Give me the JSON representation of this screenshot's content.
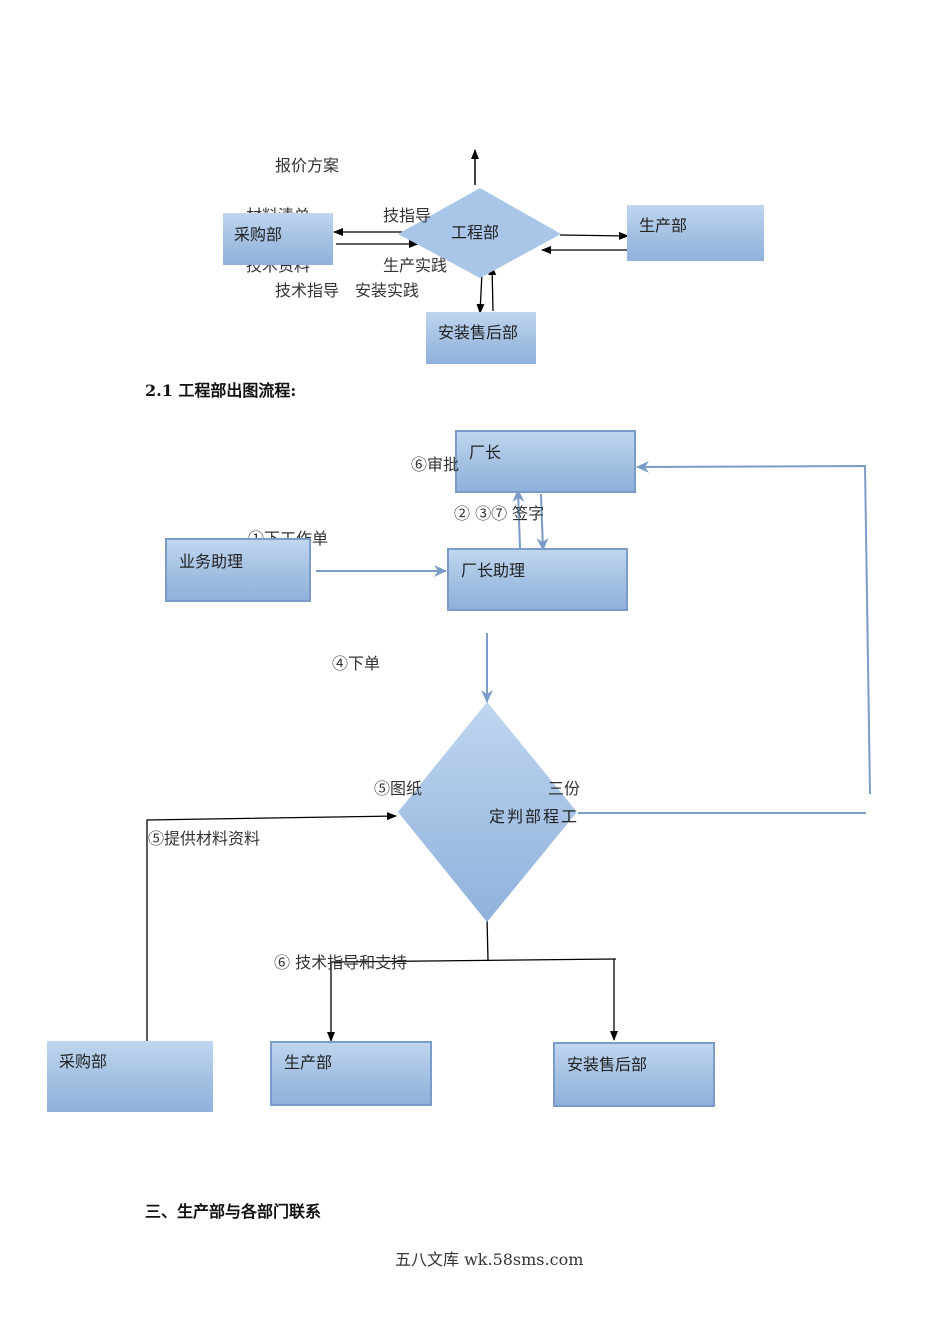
{
  "diagram1": {
    "top_label": "报价方案",
    "material_list": "材料清单",
    "tech_guidance_top": "技指导",
    "tech_data": "技术资料",
    "production_practice": "生产实践",
    "tech_guidance_bottom": "技术指导",
    "install_practice": "安装实践",
    "engineering": "工程部",
    "purchasing": "采购部",
    "production": "生产部",
    "install_after_sales": "安装售后部"
  },
  "section_2_1": {
    "heading": "2.1 工程部出图流程:"
  },
  "diagram2": {
    "factory_director": "厂长",
    "director_assistant": "厂长助理",
    "business_assistant": "业务助理",
    "step1": "①下工作单",
    "step6_review": "⑥审批",
    "steps_237": "②   ③⑦ 签字",
    "step4": "④下单",
    "step5_drawing": "⑤图纸",
    "step3_quote": "三份",
    "engineering_decision": "定判部程工",
    "step5_materials": "⑤提供材料资料",
    "step6_tech": "⑥ 技术指导和支持",
    "purchasing": "采购部",
    "production": "生产部",
    "install_after_sales": "安装售后部"
  },
  "section_3": {
    "heading": "三、生产部与各部门联系"
  },
  "footer": {
    "text": "五八文库 wk.58sms.com"
  },
  "colors": {
    "box_top": "#bfd6ef",
    "box_bottom": "#8fb1dc",
    "flow_line": "#7a9cc6"
  }
}
